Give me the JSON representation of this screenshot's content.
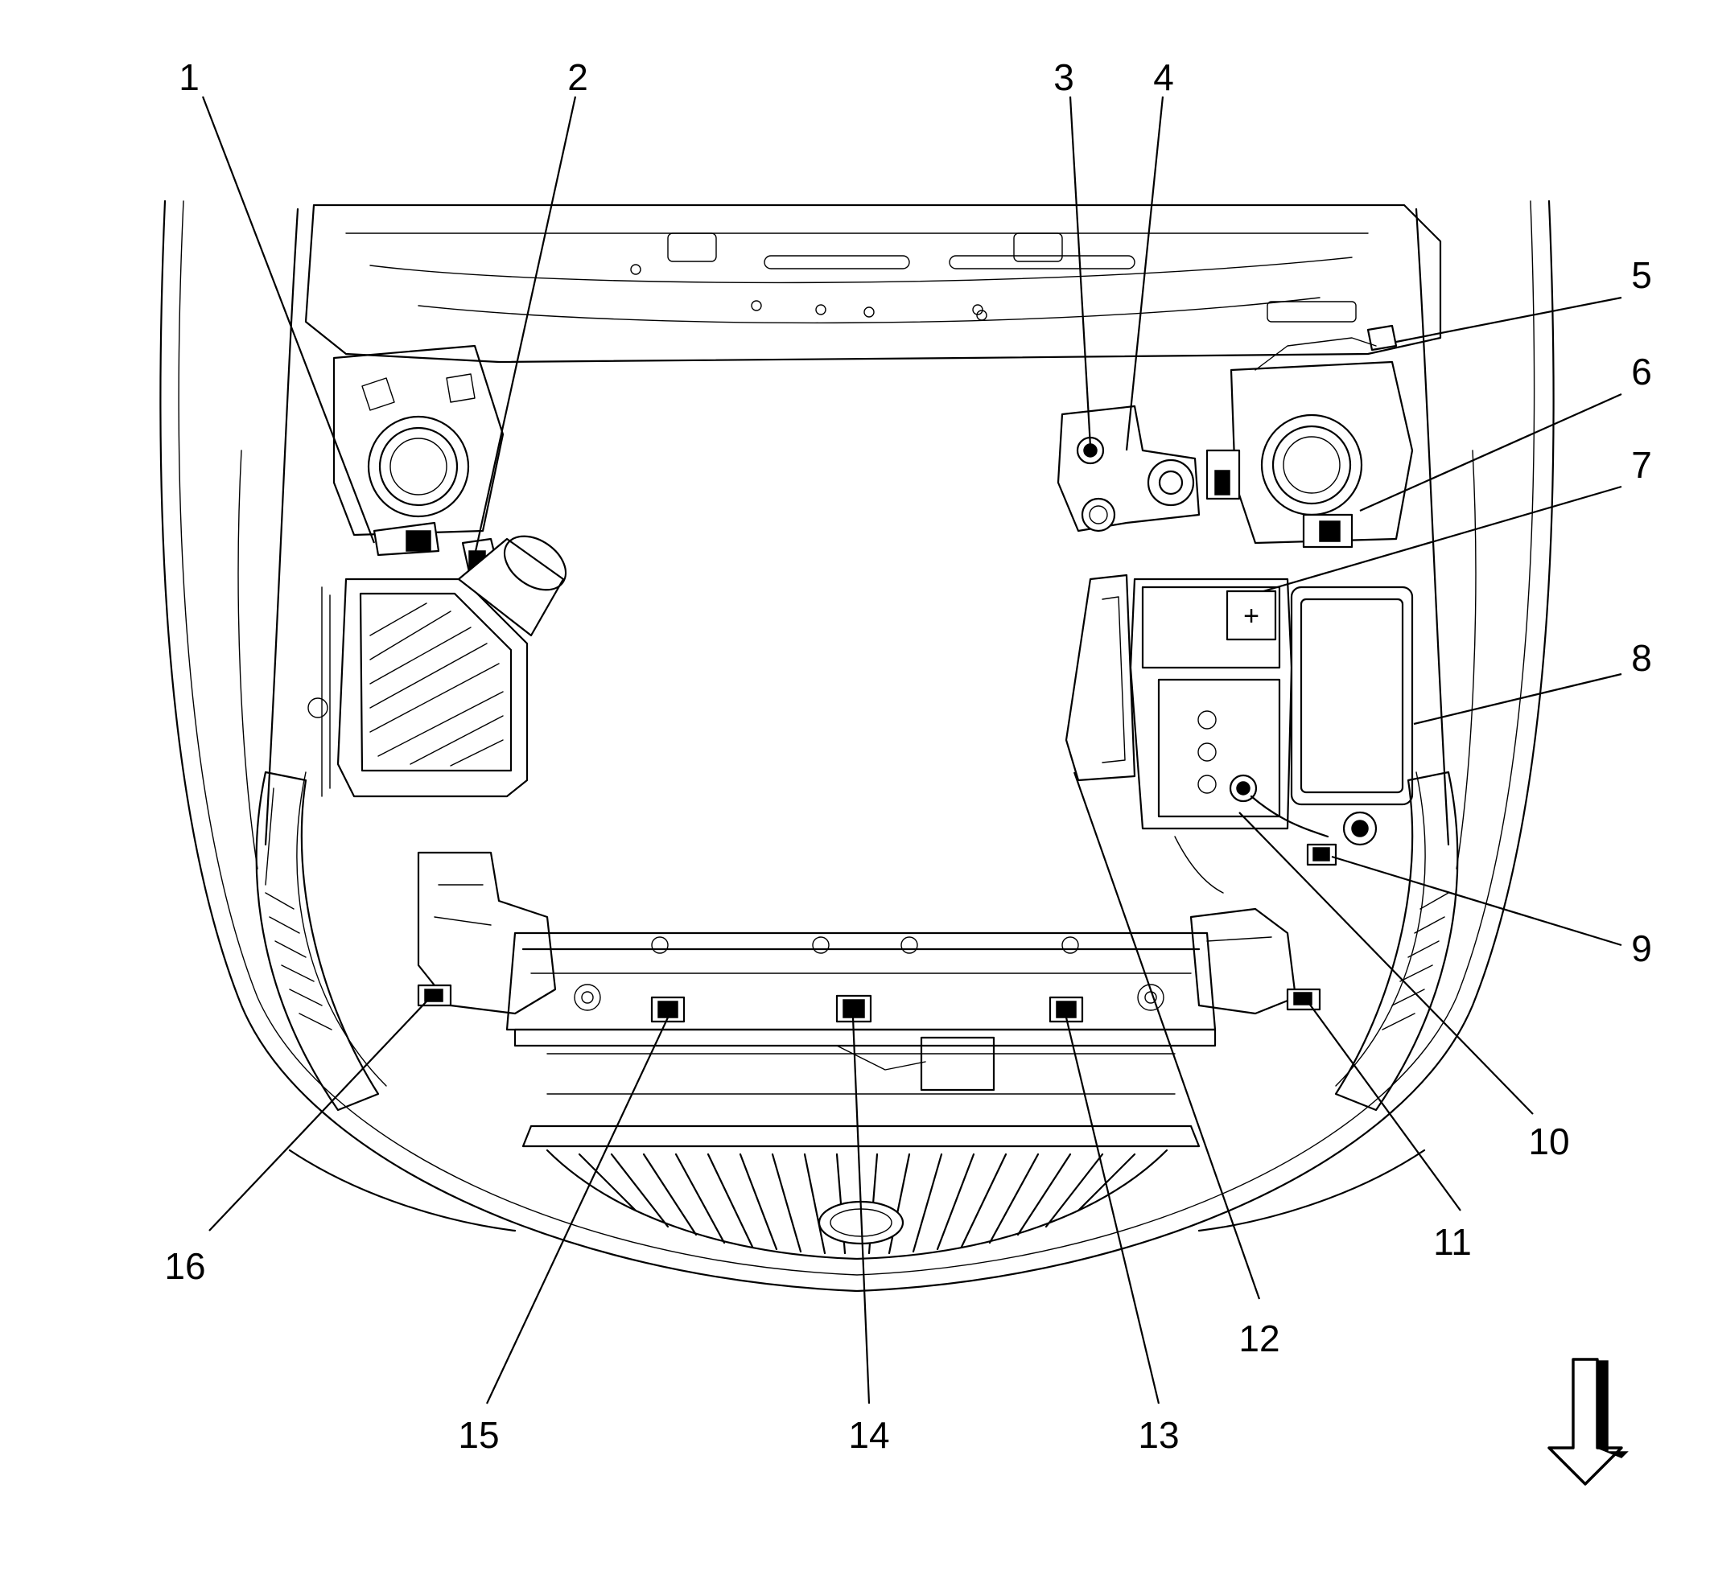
{
  "callouts": [
    {
      "id": "1",
      "label": "1"
    },
    {
      "id": "2",
      "label": "2"
    },
    {
      "id": "3",
      "label": "3"
    },
    {
      "id": "4",
      "label": "4"
    },
    {
      "id": "5",
      "label": "5"
    },
    {
      "id": "6",
      "label": "6"
    },
    {
      "id": "7",
      "label": "7"
    },
    {
      "id": "8",
      "label": "8"
    },
    {
      "id": "9",
      "label": "9"
    },
    {
      "id": "10",
      "label": "10"
    },
    {
      "id": "11",
      "label": "11"
    },
    {
      "id": "12",
      "label": "12"
    },
    {
      "id": "13",
      "label": "13"
    },
    {
      "id": "14",
      "label": "14"
    },
    {
      "id": "15",
      "label": "15"
    },
    {
      "id": "16",
      "label": "16"
    }
  ],
  "battery_symbol": "+",
  "direction_icon": "down-arrow-icon"
}
